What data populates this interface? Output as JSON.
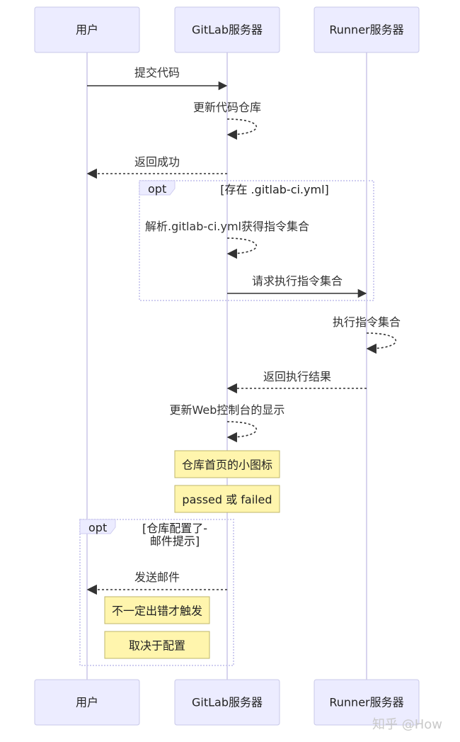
{
  "actors": {
    "user": "用户",
    "gitlab": "GitLab服务器",
    "runner": "Runner服务器"
  },
  "messages": {
    "m1": "提交代码",
    "m2": "更新代码仓库",
    "m3": "返回成功",
    "m4": "解析.gitlab-ci.yml获得指令集合",
    "m5": "请求执行指令集合",
    "m6": "执行指令集合",
    "m7": "返回执行结果",
    "m8": "更新Web控制台的显示",
    "m9": "发送邮件"
  },
  "opt_blocks": {
    "opt1": {
      "label": "opt",
      "condition": "[存在 .gitlab-ci.yml]"
    },
    "opt2": {
      "label": "opt",
      "condition_line1": "[仓库配置了-",
      "condition_line2": "邮件提示]"
    }
  },
  "notes": {
    "n1": "仓库首页的小图标",
    "n2": "passed 或 failed",
    "n3": "不一定出错才触发",
    "n4": "取决于配置"
  },
  "watermark": "知乎 @How"
}
